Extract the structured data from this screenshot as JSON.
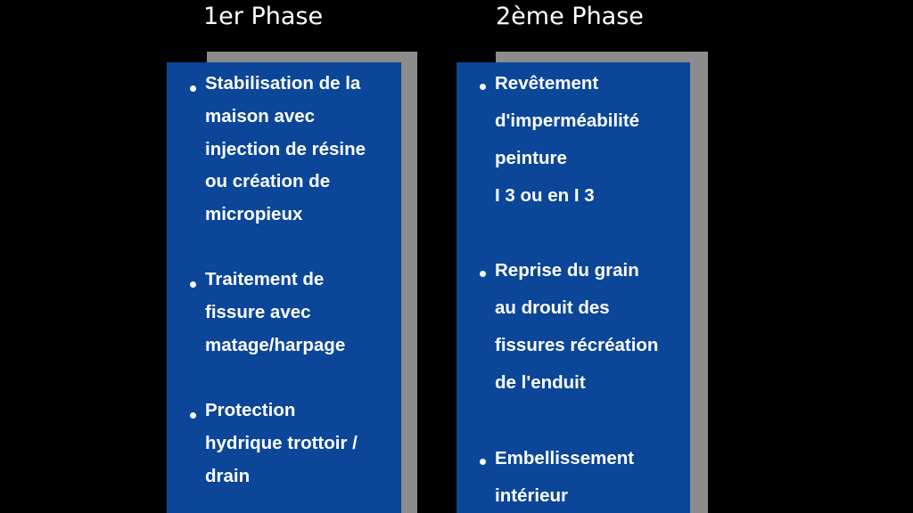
{
  "phase1": {
    "title": "1er Phase",
    "items": [
      "Stabilisation de la\nmaison avec\ninjection de résine\nou création de\nmicropieux",
      "Traitement de\nfissure avec\nmatage/harpage",
      "Protection\nhydrique trottoir /\ndrain"
    ]
  },
  "phase2": {
    "title": "2ème Phase",
    "items": [
      "Revêtement\nd'imperméabilité\npeinture\nI 3 ou en I 3",
      "Reprise du grain\nau drouit des\nfissures récréation\nde l'enduit",
      "Embellissement\nintérieur"
    ]
  },
  "colors": {
    "background": "#000000",
    "panel": "#0b4698",
    "panel_shadow": "#8c8c8c",
    "text": "#ffffff"
  }
}
